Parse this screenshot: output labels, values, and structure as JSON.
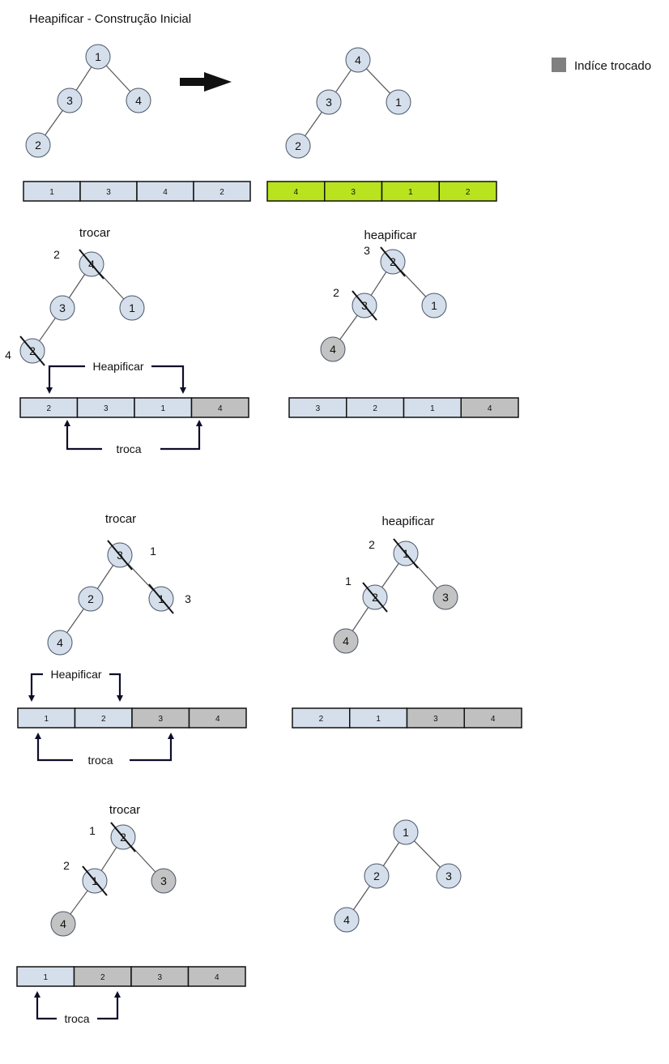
{
  "title": "Heapificar - Construção Inicial",
  "legend": {
    "label": "Indíce trocado",
    "swatch_color": "#808080"
  },
  "colors": {
    "node_fill": "#d5dfeb",
    "node_fill_swapped": "#c3c3c3",
    "cell_fill": "#d5dfeb",
    "cell_fill_swapped": "#c0c0c0",
    "cell_fill_heap": "#b8e31e",
    "line": "#555555",
    "arrow_dark": "#0d0d2b"
  },
  "panels": [
    {
      "id": "p1",
      "caption": "",
      "nodes": [
        "1",
        "3",
        "4",
        "2"
      ],
      "node_states": [
        "n",
        "n",
        "n",
        "n"
      ],
      "crossed": [],
      "side_labels": [],
      "array": [
        "1",
        "3",
        "4",
        "2"
      ],
      "array_states": [
        "n",
        "n",
        "n",
        "n"
      ]
    },
    {
      "id": "p2",
      "caption": "",
      "nodes": [
        "4",
        "3",
        "1",
        "2"
      ],
      "node_states": [
        "n",
        "n",
        "n",
        "n"
      ],
      "crossed": [],
      "side_labels": [],
      "array": [
        "4",
        "3",
        "1",
        "2"
      ],
      "array_states": [
        "h",
        "h",
        "h",
        "h"
      ]
    },
    {
      "id": "p3",
      "caption": "trocar",
      "nodes": [
        "4",
        "3",
        "1",
        "2"
      ],
      "node_states": [
        "n",
        "n",
        "n",
        "n"
      ],
      "crossed": [
        0,
        3
      ],
      "side_labels": [
        "2",
        "4"
      ],
      "array": [
        "2",
        "3",
        "1",
        "4"
      ],
      "array_states": [
        "n",
        "n",
        "n",
        "s"
      ],
      "top_arrow_label": "Heapificar",
      "bottom_arrow_label": "troca"
    },
    {
      "id": "p4",
      "caption": "heapificar",
      "nodes": [
        "2",
        "3",
        "1",
        "4"
      ],
      "node_states": [
        "n",
        "n",
        "n",
        "s"
      ],
      "crossed": [
        0,
        1
      ],
      "side_labels": [
        "3",
        "2"
      ],
      "array": [
        "3",
        "2",
        "1",
        "4"
      ],
      "array_states": [
        "n",
        "n",
        "n",
        "s"
      ]
    },
    {
      "id": "p5",
      "caption": "trocar",
      "nodes": [
        "3",
        "2",
        "1",
        "4"
      ],
      "node_states": [
        "n",
        "n",
        "n",
        "n"
      ],
      "crossed": [
        0,
        2
      ],
      "side_labels": [
        "1",
        "3"
      ],
      "array": [
        "1",
        "2",
        "3",
        "4"
      ],
      "array_states": [
        "n",
        "n",
        "s",
        "s"
      ],
      "top_arrow_label": "Heapificar",
      "bottom_arrow_label": "troca"
    },
    {
      "id": "p6",
      "caption": "heapificar",
      "nodes": [
        "1",
        "2",
        "3",
        "4"
      ],
      "node_states": [
        "n",
        "n",
        "s",
        "s"
      ],
      "crossed": [
        0,
        1
      ],
      "side_labels": [
        "2",
        "1"
      ],
      "array": [
        "2",
        "1",
        "3",
        "4"
      ],
      "array_states": [
        "n",
        "n",
        "s",
        "s"
      ]
    },
    {
      "id": "p7",
      "caption": "trocar",
      "nodes": [
        "2",
        "1",
        "3",
        "4"
      ],
      "node_states": [
        "n",
        "n",
        "s",
        "s"
      ],
      "crossed": [
        0,
        1
      ],
      "side_labels": [
        "1",
        "2"
      ],
      "array": [
        "1",
        "2",
        "3",
        "4"
      ],
      "array_states": [
        "n",
        "s",
        "s",
        "s"
      ],
      "bottom_arrow_label": "troca"
    },
    {
      "id": "p8",
      "caption": "",
      "nodes": [
        "1",
        "2",
        "3",
        "4"
      ],
      "node_states": [
        "n",
        "n",
        "n",
        "n"
      ],
      "crossed": [],
      "side_labels": [],
      "array": [],
      "array_states": []
    }
  ]
}
